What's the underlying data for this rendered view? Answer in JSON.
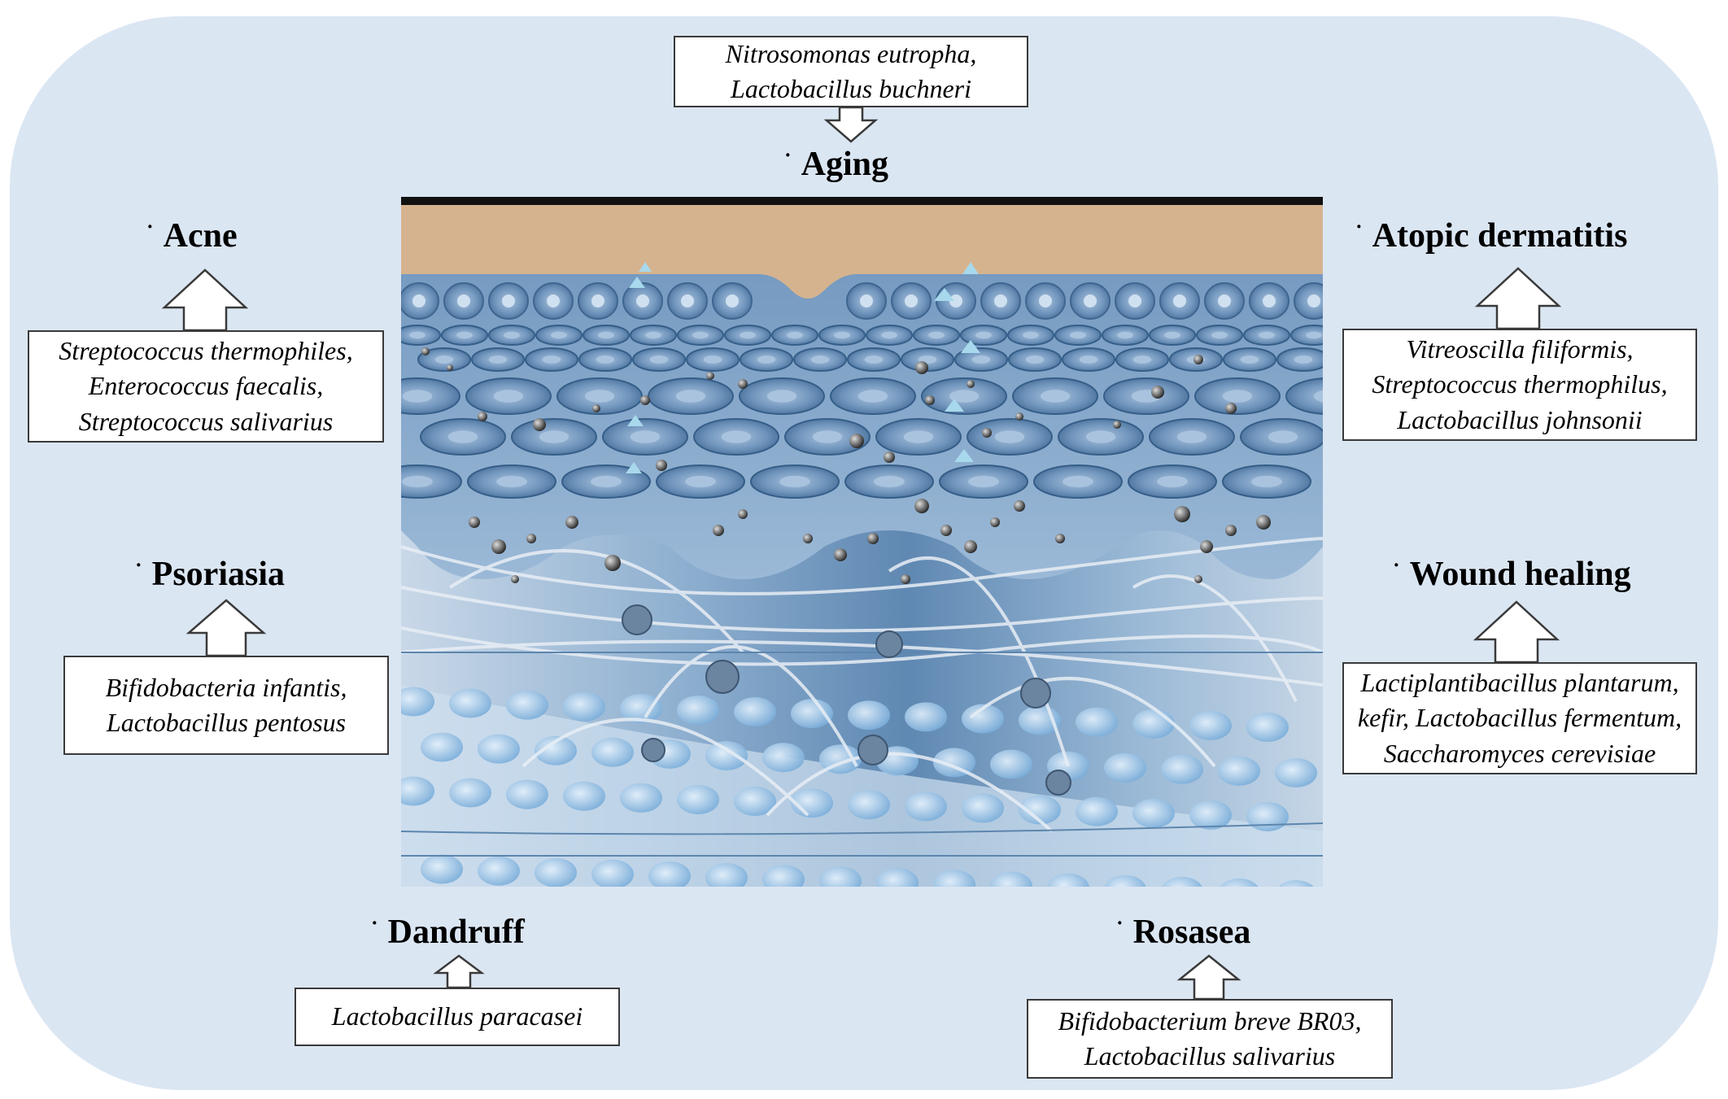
{
  "colors": {
    "panel_bg": "#dbe6f3",
    "stratum_corneum": "#d5b38f",
    "epidermis_blue": "#7fa3c6",
    "dermis_blue": "#a9c4de",
    "top_border": "#111111"
  },
  "conditions": [
    {
      "id": "aging",
      "title": "Aging",
      "species": [
        "Nitrosomonas eutropha,",
        "Lactobacillus buchneri"
      ]
    },
    {
      "id": "acne",
      "title": "Acne",
      "species": [
        "Streptococcus thermophiles,",
        "Enterococcus faecalis,",
        "Streptococcus salivarius"
      ]
    },
    {
      "id": "atopic",
      "title": "Atopic dermatitis",
      "species": [
        "Vitreoscilla filiformis,",
        "Streptococcus thermophilus,",
        "Lactobacillus johnsonii"
      ]
    },
    {
      "id": "psoriasis",
      "title": "Psoriasia",
      "species": [
        "Bifidobacteria infantis,",
        "Lactobacillus pentosus"
      ]
    },
    {
      "id": "wound",
      "title": "Wound healing",
      "species": [
        "Lactiplantibacillus plantarum,",
        "kefir,  Lactobacillus fermentum,",
        "Saccharomyces cerevisiae"
      ]
    },
    {
      "id": "dandruff",
      "title": "Dandruff",
      "species": [
        "Lactobacillus paracasei"
      ]
    },
    {
      "id": "rosacea",
      "title": "Rosasea",
      "species": [
        "Bifidobacterium breve BR03,",
        "Lactobacillus salivarius"
      ]
    }
  ]
}
